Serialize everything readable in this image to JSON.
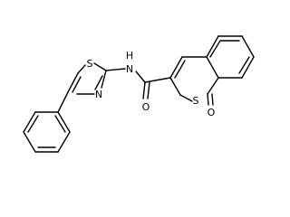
{
  "molecule": {
    "atoms": {
      "s_thiazole": "S",
      "n_amide": "N",
      "h_amide": "H",
      "n_thiazole": "N",
      "o_amide": "O",
      "s_ring": "S",
      "o_ketone": "O"
    }
  },
  "colors": {
    "bond": "#000000",
    "label": "#000000",
    "background": "#ffffff"
  }
}
